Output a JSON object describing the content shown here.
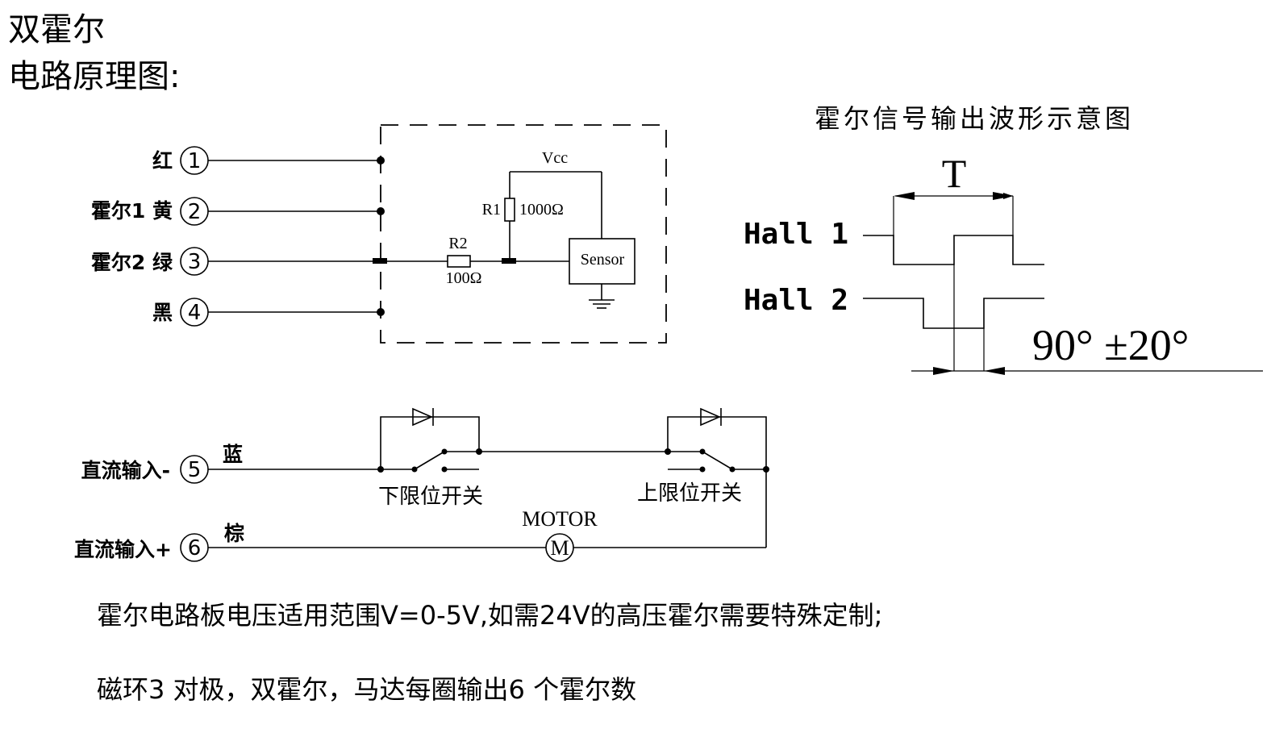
{
  "title": {
    "line1": "双霍尔",
    "line2": "电路原理图:"
  },
  "waveform": {
    "title": "霍尔信号输出波形示意图",
    "period_label": "T",
    "hall1": "Hall 1",
    "hall2": "Hall 2",
    "phase": "90° ±20°"
  },
  "hall_circuit": {
    "vcc": "Vcc",
    "r1_name": "R1",
    "r1_value": "1000Ω",
    "r2_name": "R2",
    "r2_value": "100Ω",
    "sensor": "Sensor"
  },
  "terminals": [
    {
      "num": "1",
      "label": "红"
    },
    {
      "num": "2",
      "label": "霍尔1 黄"
    },
    {
      "num": "3",
      "label": "霍尔2 绿"
    },
    {
      "num": "4",
      "label": "黑"
    },
    {
      "num": "5",
      "label": "直流输入-",
      "wire": "蓝"
    },
    {
      "num": "6",
      "label": "直流输入+",
      "wire": "棕"
    }
  ],
  "motor_circuit": {
    "lower_switch": "下限位开关",
    "upper_switch": "上限位开关",
    "motor_title": "MOTOR",
    "motor_symbol": "M"
  },
  "notes": [
    "霍尔电路板电压适用范围V=0-5V,如需24V的高压霍尔需要特殊定制;",
    "磁环3 对极，双霍尔，马达每圈输出6 个霍尔数"
  ]
}
